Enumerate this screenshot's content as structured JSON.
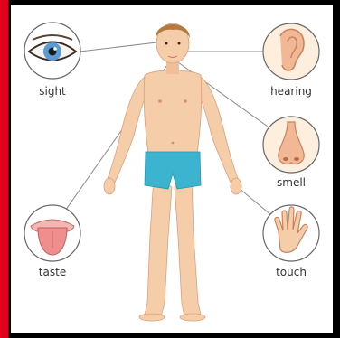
{
  "senses": [
    {
      "name": "sight",
      "icon": "eye-icon"
    },
    {
      "name": "hearing",
      "icon": "ear-icon"
    },
    {
      "name": "smell",
      "icon": "nose-icon"
    },
    {
      "name": "taste",
      "icon": "tongue-icon"
    },
    {
      "name": "touch",
      "icon": "hand-icon"
    }
  ],
  "colors": {
    "skin": "#f6cda9",
    "skin_shade": "#eab08c",
    "shorts": "#3cb4cf",
    "hair": "#b57a3e",
    "frame_red": "#e4001b",
    "circle_stroke": "#666666",
    "connector": "#888888"
  }
}
